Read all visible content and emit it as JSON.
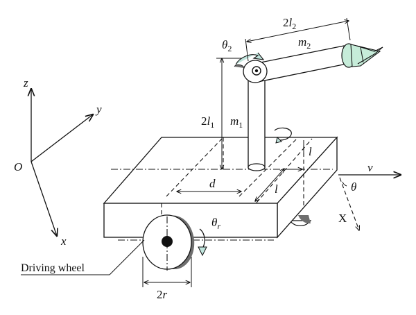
{
  "axes": {
    "z": "z",
    "y": "y",
    "x": "x",
    "origin": "O"
  },
  "motion": {
    "v": "v",
    "theta": "θ",
    "X": "X"
  },
  "arm": {
    "theta2": "θ",
    "theta2_sub": "2",
    "len2_prefix": "2",
    "len2_sym": "l",
    "len2_sub": "2",
    "mass2_sym": "m",
    "mass2_sub": "2",
    "len1_prefix": "2",
    "len1_sym": "l",
    "len1_sub": "1",
    "mass1_sym": "m",
    "mass1_sub": "1"
  },
  "base": {
    "d": "d",
    "l_lower": "l",
    "l_right": "l",
    "theta_r": "θ",
    "theta_r_sub": "r"
  },
  "wheel": {
    "label": "Driving wheel",
    "diameter_prefix": "2",
    "diameter_sym": "r"
  },
  "colors": {
    "ink": "#111111",
    "wheel_shadow": "#6e6e6e",
    "arrow_fill": "#bfe4dc",
    "gripper_fill": "#c6ecd9"
  }
}
